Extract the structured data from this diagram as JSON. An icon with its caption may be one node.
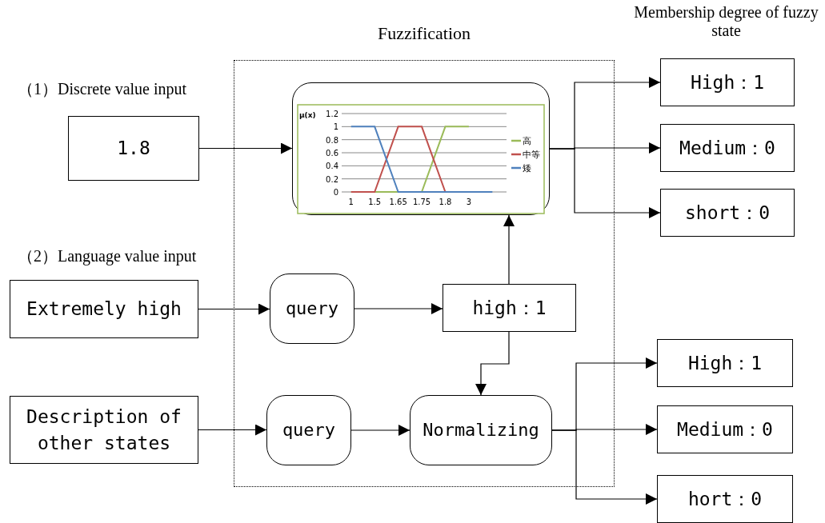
{
  "diagram": {
    "nodes": [
      {
        "text": [
          "Fuzzification"
        ]
      },
      {
        "text": [],
        "shape": "box",
        "in": 0
      },
      {
        "text": [
          "1.8"
        ]
      },
      {
        "text": [
          "Extremely high"
        ]
      },
      {
        "text": [
          "query"
        ],
        "in": 0
      },
      {
        "text": [
          "high：1"
        ],
        "in": 0
      },
      {
        "text": [
          "Description of other states"
        ]
      },
      {
        "text": [
          "query"
        ],
        "in": 0
      },
      {
        "text": [
          "Normalizing"
        ],
        "in": 0
      },
      {
        "text": [
          "High：1"
        ]
      },
      {
        "text": [
          "Medium：0"
        ]
      },
      {
        "text": [
          "short：0"
        ]
      },
      {
        "text": [
          "High：1"
        ]
      },
      {
        "text": [
          "Medium：0"
        ]
      },
      {
        "text": [
          "hort：0"
        ]
      }
    ],
    "edges": [
      {
        "from": 2,
        "to": 1,
        "arrow": "to"
      },
      {
        "from": 1,
        "to": 9,
        "arrow": "to"
      },
      {
        "from": 1,
        "to": 10,
        "arrow": "to"
      },
      {
        "from": 1,
        "to": 11,
        "arrow": "to"
      },
      {
        "from": 3,
        "to": 4,
        "arrow": "to"
      },
      {
        "from": 4,
        "to": 5,
        "arrow": "to"
      },
      {
        "from": 5,
        "to": 1,
        "arrow": "to"
      },
      {
        "from": 5,
        "to": 8,
        "arrow": "to"
      },
      {
        "from": 6,
        "to": 7,
        "arrow": "to"
      },
      {
        "from": 7,
        "to": 8,
        "arrow": "to"
      },
      {
        "from": 8,
        "to": 12,
        "arrow": "to"
      },
      {
        "from": 8,
        "to": 13,
        "arrow": "to"
      },
      {
        "from": 8,
        "to": 14,
        "arrow": "to"
      }
    ],
    "labels": [
      "Membership degree of fuzzy state",
      "（1）Discrete value input",
      "（2）Language value input"
    ],
    "chart_data": {
      "type": "line",
      "ylabel": "μ(x)",
      "categories": [
        "1",
        "1.5",
        "1.65",
        "1.75",
        "1.8",
        "3",
        null
      ],
      "series": [
        {
          "name": "高",
          "color": "#9bbb59",
          "values": [
            0,
            0,
            0,
            0,
            1,
            1,
            null
          ]
        },
        {
          "name": "中等",
          "color": "#c0504d",
          "values": [
            0,
            0,
            1,
            1,
            0,
            0,
            null
          ]
        },
        {
          "name": "矮",
          "color": "#4f81bd",
          "values": [
            1,
            1,
            0,
            0,
            0,
            0,
            0
          ]
        }
      ],
      "ylim": [
        0,
        1.2
      ],
      "yticks": [
        0,
        0.2,
        0.4,
        0.6,
        0.8,
        1,
        1.2
      ],
      "grid": true,
      "legend": "right"
    }
  }
}
